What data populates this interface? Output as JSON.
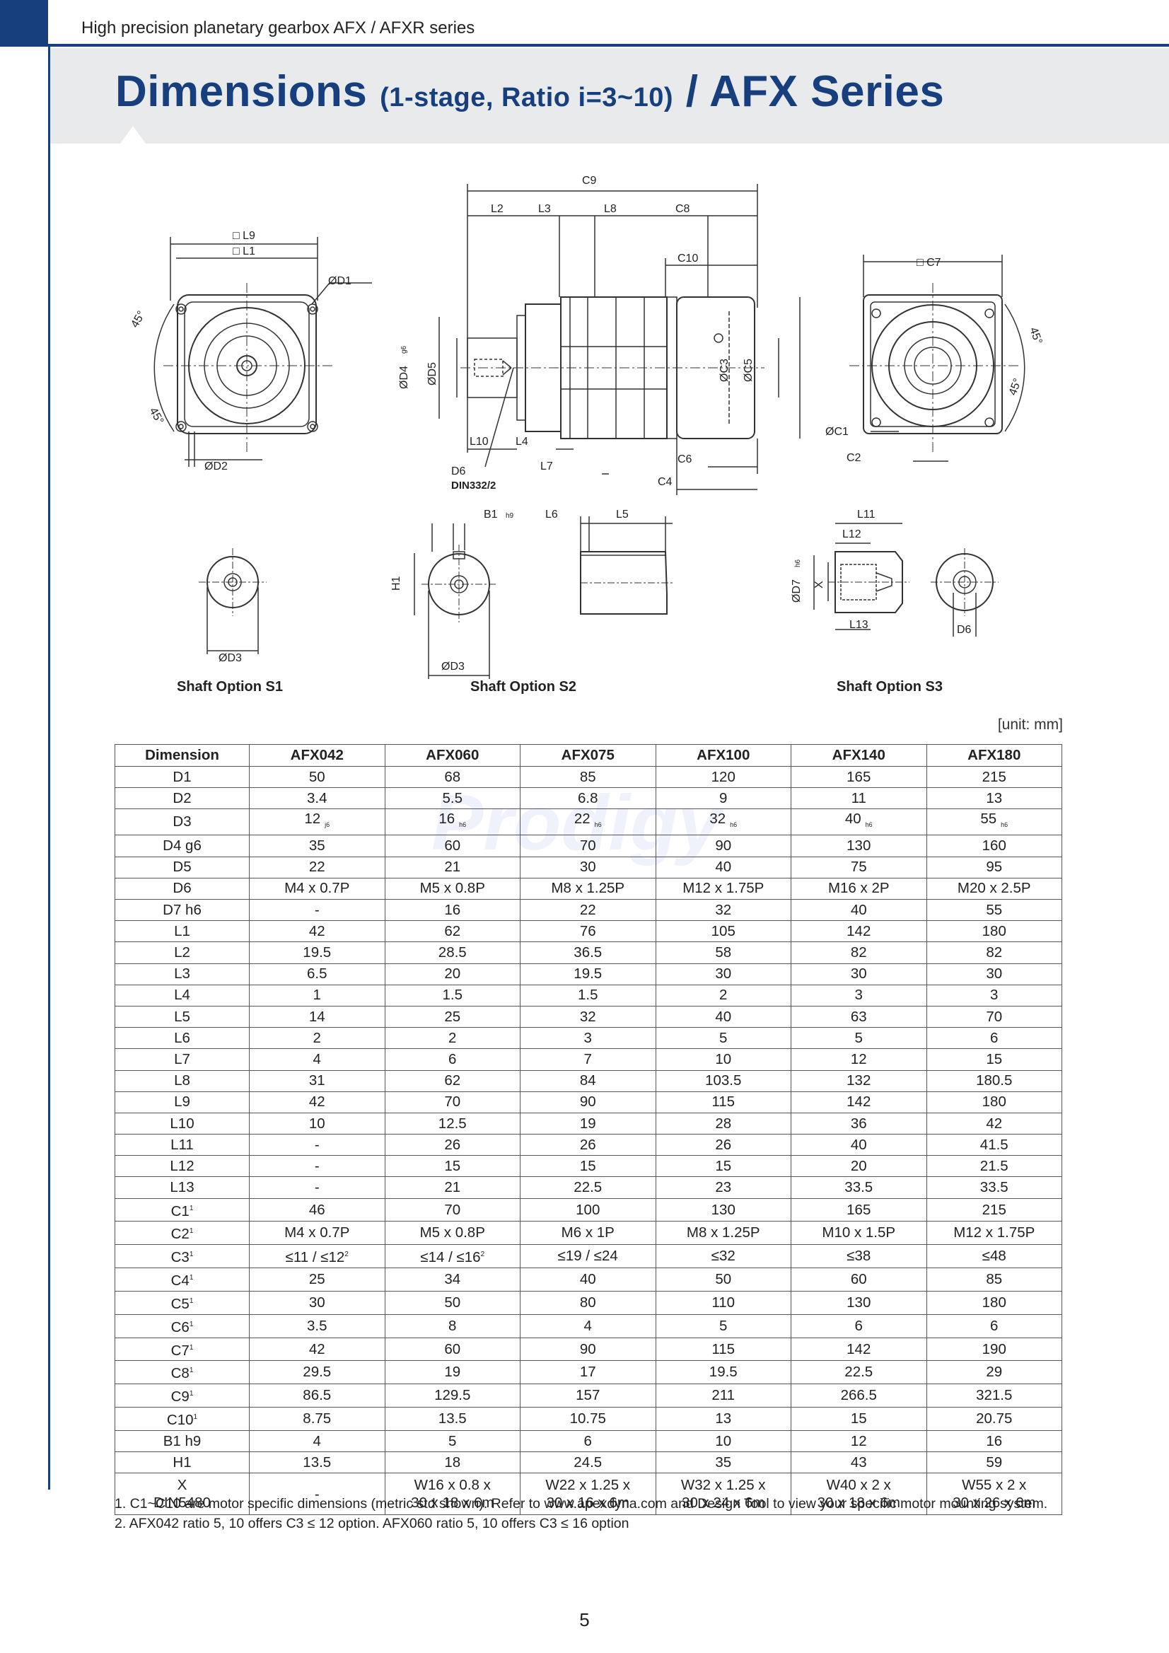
{
  "header": {
    "series_text": "High precision planetary gearbox AFX / AFXR series"
  },
  "title": {
    "main": "Dimensions",
    "sub": "(1-stage, Ratio i=3~10)",
    "slash": "/",
    "series": "AFX Series"
  },
  "drawing": {
    "front": {
      "l9": "□ L9",
      "l1": "□ L1",
      "d1": "ØD1",
      "d2": "ØD2",
      "a1": "45°",
      "a2": "45°"
    },
    "side": {
      "c9": "C9",
      "l2": "L2",
      "l3": "L3",
      "l8": "L8",
      "c8": "C8",
      "c10": "C10",
      "d4": "ØD4",
      "d4_tol": "g6",
      "d5": "ØD5",
      "c3": "ØC3",
      "c5": "ØC5",
      "l10": "L10",
      "l4": "L4",
      "l7": "L7",
      "c6": "C6",
      "c4": "C4",
      "d6": "D6",
      "din": "DIN332/2"
    },
    "rear": {
      "c7": "□ C7",
      "c1": "ØC1",
      "c2": "C2",
      "a1": "45°",
      "a2": "45°"
    },
    "s1": {
      "d3": "ØD3",
      "caption": "Shaft Option S1"
    },
    "s2": {
      "b1": "B1",
      "b1_tol": "h9",
      "h1": "H1",
      "d3": "ØD3",
      "l6": "L6",
      "l5": "L5",
      "caption": "Shaft Option S2"
    },
    "s3": {
      "l11": "L11",
      "l12": "L12",
      "l13": "L13",
      "d7": "ØD7",
      "d7_tol": "h6",
      "x": "X",
      "d6": "D6",
      "caption": "Shaft Option S3"
    }
  },
  "watermark": "Prodigy",
  "unit_note": "[unit: mm]",
  "table": {
    "headers": [
      "Dimension",
      "AFX042",
      "AFX060",
      "AFX075",
      "AFX100",
      "AFX140",
      "AFX180"
    ],
    "rows": [
      {
        "label": "D1",
        "cells": [
          "50",
          "68",
          "85",
          "120",
          "165",
          "215"
        ]
      },
      {
        "label": "D2",
        "cells": [
          "3.4",
          "5.5",
          "6.8",
          "9",
          "11",
          "13"
        ]
      },
      {
        "label": "D3",
        "cells": [
          "12",
          "16",
          "22",
          "32",
          "40",
          "55"
        ],
        "subs": [
          "j6",
          "h6",
          "h6",
          "h6",
          "h6",
          "h6"
        ]
      },
      {
        "label": "D4  g6",
        "cells": [
          "35",
          "60",
          "70",
          "90",
          "130",
          "160"
        ]
      },
      {
        "label": "D5",
        "cells": [
          "22",
          "21",
          "30",
          "40",
          "75",
          "95"
        ]
      },
      {
        "label": "D6",
        "cells": [
          "M4 x 0.7P",
          "M5 x 0.8P",
          "M8 x 1.25P",
          "M12 x 1.75P",
          "M16 x 2P",
          "M20 x 2.5P"
        ]
      },
      {
        "label": "D7  h6",
        "cells": [
          "-",
          "16",
          "22",
          "32",
          "40",
          "55"
        ]
      },
      {
        "label": "L1",
        "cells": [
          "42",
          "62",
          "76",
          "105",
          "142",
          "180"
        ]
      },
      {
        "label": "L2",
        "cells": [
          "19.5",
          "28.5",
          "36.5",
          "58",
          "82",
          "82"
        ]
      },
      {
        "label": "L3",
        "cells": [
          "6.5",
          "20",
          "19.5",
          "30",
          "30",
          "30"
        ]
      },
      {
        "label": "L4",
        "cells": [
          "1",
          "1.5",
          "1.5",
          "2",
          "3",
          "3"
        ]
      },
      {
        "label": "L5",
        "cells": [
          "14",
          "25",
          "32",
          "40",
          "63",
          "70"
        ]
      },
      {
        "label": "L6",
        "cells": [
          "2",
          "2",
          "3",
          "5",
          "5",
          "6"
        ]
      },
      {
        "label": "L7",
        "cells": [
          "4",
          "6",
          "7",
          "10",
          "12",
          "15"
        ]
      },
      {
        "label": "L8",
        "cells": [
          "31",
          "62",
          "84",
          "103.5",
          "132",
          "180.5"
        ]
      },
      {
        "label": "L9",
        "cells": [
          "42",
          "70",
          "90",
          "115",
          "142",
          "180"
        ]
      },
      {
        "label": "L10",
        "cells": [
          "10",
          "12.5",
          "19",
          "28",
          "36",
          "42"
        ]
      },
      {
        "label": "L11",
        "cells": [
          "-",
          "26",
          "26",
          "26",
          "40",
          "41.5"
        ]
      },
      {
        "label": "L12",
        "cells": [
          "-",
          "15",
          "15",
          "15",
          "20",
          "21.5"
        ]
      },
      {
        "label": "L13",
        "cells": [
          "-",
          "21",
          "22.5",
          "23",
          "33.5",
          "33.5"
        ]
      },
      {
        "label": "C1",
        "sup": "1",
        "cells": [
          "46",
          "70",
          "100",
          "130",
          "165",
          "215"
        ]
      },
      {
        "label": "C2",
        "sup": "1",
        "cells": [
          "M4 x 0.7P",
          "M5 x 0.8P",
          "M6 x 1P",
          "M8 x 1.25P",
          "M10 x 1.5P",
          "M12 x 1.75P"
        ]
      },
      {
        "label": "C3",
        "sup": "1",
        "cells": [
          "≤11 / ≤12",
          "≤14 / ≤16",
          "≤19 / ≤24",
          "≤32",
          "≤38",
          "≤48"
        ],
        "cell_sups": [
          "2",
          "2",
          "",
          "",
          "",
          ""
        ]
      },
      {
        "label": "C4",
        "sup": "1",
        "cells": [
          "25",
          "34",
          "40",
          "50",
          "60",
          "85"
        ]
      },
      {
        "label": "C5",
        "sup": "1",
        "cells": [
          "30",
          "50",
          "80",
          "110",
          "130",
          "180"
        ]
      },
      {
        "label": "C6",
        "sup": "1",
        "cells": [
          "3.5",
          "8",
          "4",
          "5",
          "6",
          "6"
        ]
      },
      {
        "label": "C7",
        "sup": "1",
        "cells": [
          "42",
          "60",
          "90",
          "115",
          "142",
          "190"
        ]
      },
      {
        "label": "C8",
        "sup": "1",
        "cells": [
          "29.5",
          "19",
          "17",
          "19.5",
          "22.5",
          "29"
        ]
      },
      {
        "label": "C9",
        "sup": "1",
        "cells": [
          "86.5",
          "129.5",
          "157",
          "211",
          "266.5",
          "321.5"
        ]
      },
      {
        "label": "C10",
        "sup": "1",
        "cells": [
          "8.75",
          "13.5",
          "10.75",
          "13",
          "15",
          "20.75"
        ]
      },
      {
        "label": "B1  h9",
        "cells": [
          "4",
          "5",
          "6",
          "10",
          "12",
          "16"
        ]
      },
      {
        "label": "H1",
        "cells": [
          "13.5",
          "18",
          "24.5",
          "35",
          "43",
          "59"
        ]
      }
    ],
    "last_row": {
      "label_line1": "X",
      "label_line2": "DIN5480",
      "cells": [
        {
          "l1": "-",
          "l2": ""
        },
        {
          "l1": "W16 x 0.8 x",
          "l2": "30 x 18 x 6m"
        },
        {
          "l1": "W22 x 1.25 x",
          "l2": "30 x 16 x 6m"
        },
        {
          "l1": "W32 x 1.25 x",
          "l2": "30 x 24 x 6m"
        },
        {
          "l1": "W40 x 2 x",
          "l2": "30 x 18 x 6m"
        },
        {
          "l1": "W55 x 2 x",
          "l2": "30 x 26 x 6m"
        }
      ]
    }
  },
  "notes": [
    "1. C1~C10 are motor specific dimensions (metric std shown).  Refer to www.apexdyna.com and Design Tool to view your specific motor mounting system.",
    "2. AFX042 ratio 5, 10 offers C3 ≤ 12 option. AFX060 ratio 5, 10 offers C3 ≤ 16 option"
  ],
  "page_number": "5"
}
